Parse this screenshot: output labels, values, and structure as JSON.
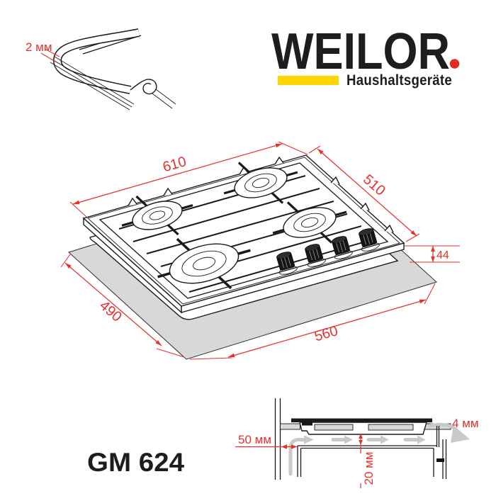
{
  "brand": {
    "name": "WEILOR",
    "tagline": "Haushaltsgeräte"
  },
  "model_name": "GM 624",
  "edge_detail": {
    "thickness": "2 мм"
  },
  "hob": {
    "width_mm": "610",
    "depth_mm": "510",
    "height_mm": "44"
  },
  "cutout": {
    "width_mm": "560",
    "depth_mm": "490"
  },
  "installation": {
    "wall_clearance": "50 мм",
    "under_clearance": "20 мм",
    "rear_gap": "4 мм"
  },
  "colors": {
    "dimension_red": "#E5322B",
    "logo_red": "#E42A23",
    "logo_yellow": "#FFD500",
    "logo_black": "#1D1D1B",
    "line_black": "#1A1A1A",
    "panel_gray": "#D8D8D8",
    "flow_gray": "#C9C9C9"
  }
}
